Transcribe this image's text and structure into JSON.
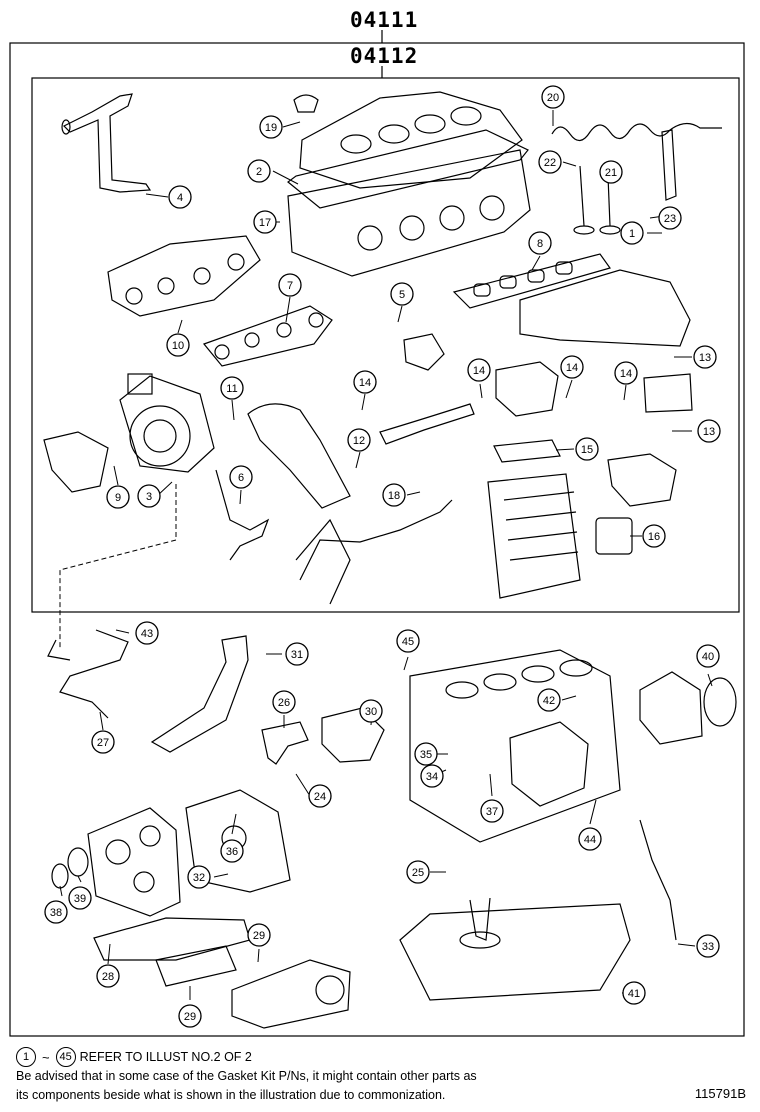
{
  "kits": {
    "outer": "04111",
    "inner": "04112"
  },
  "callouts": [
    "1",
    "2",
    "3",
    "4",
    "5",
    "6",
    "7",
    "8",
    "9",
    "10",
    "11",
    "12",
    "13",
    "13",
    "14",
    "14",
    "14",
    "14",
    "15",
    "16",
    "17",
    "18",
    "19",
    "20",
    "21",
    "22",
    "23",
    "24",
    "25",
    "26",
    "27",
    "28",
    "29",
    "29",
    "30",
    "31",
    "32",
    "33",
    "34",
    "35",
    "36",
    "37",
    "38",
    "39",
    "40",
    "41",
    "42",
    "43",
    "44",
    "45"
  ],
  "footer": {
    "ref_from": "1",
    "ref_tilde": "~",
    "ref_to": "45",
    "ref_text": "REFER TO ILLUST NO.2 OF 2",
    "note_line1": "Be advised that in some case of the Gasket Kit P/Ns,  it might contain other parts as",
    "note_line2": "its components beside what is shown in the illustration due to commonization."
  },
  "illustration_code": "115791B"
}
